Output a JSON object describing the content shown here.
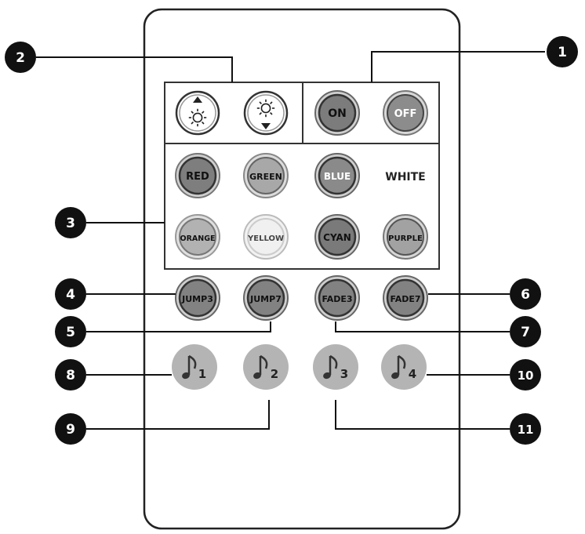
{
  "brightness": {
    "up_icon": "brightness-up-icon",
    "down_icon": "brightness-down-icon"
  },
  "buttons": {
    "on": "ON",
    "off": "OFF",
    "red": "RED",
    "green": "GREEN",
    "blue": "BLUE",
    "white": "WHITE",
    "orange": "ORANGE",
    "yellow": "YELLOW",
    "cyan": "CYAN",
    "purple": "PURPLE",
    "jump3": "JUMP3",
    "jump7": "JUMP7",
    "fade3": "FADE3",
    "fade7": "FADE7",
    "music1": "1",
    "music2": "2",
    "music3": "3",
    "music4": "4"
  },
  "music_icon": "music-note-icon",
  "callouts": {
    "c1": "1",
    "c2": "2",
    "c3": "3",
    "c4": "4",
    "c5": "5",
    "c6": "6",
    "c7": "7",
    "c8": "8",
    "c9": "9",
    "c10": "10",
    "c11": "11"
  },
  "colors": {
    "on_fill": "#7c7c7c",
    "off_fill": "#8c8c8c",
    "red_fill": "#7e7e7e",
    "green_fill": "#a8a8a8",
    "blue_fill": "#8a8a8a",
    "orange_fill": "#b2b2b2",
    "yellow_fill": "#f0f0f0",
    "cyan_fill": "#7a7a7a",
    "purple_fill": "#a2a2a2",
    "effect_fill": "#828282",
    "music_fill": "#b4b4b4",
    "outline": "#333333"
  }
}
